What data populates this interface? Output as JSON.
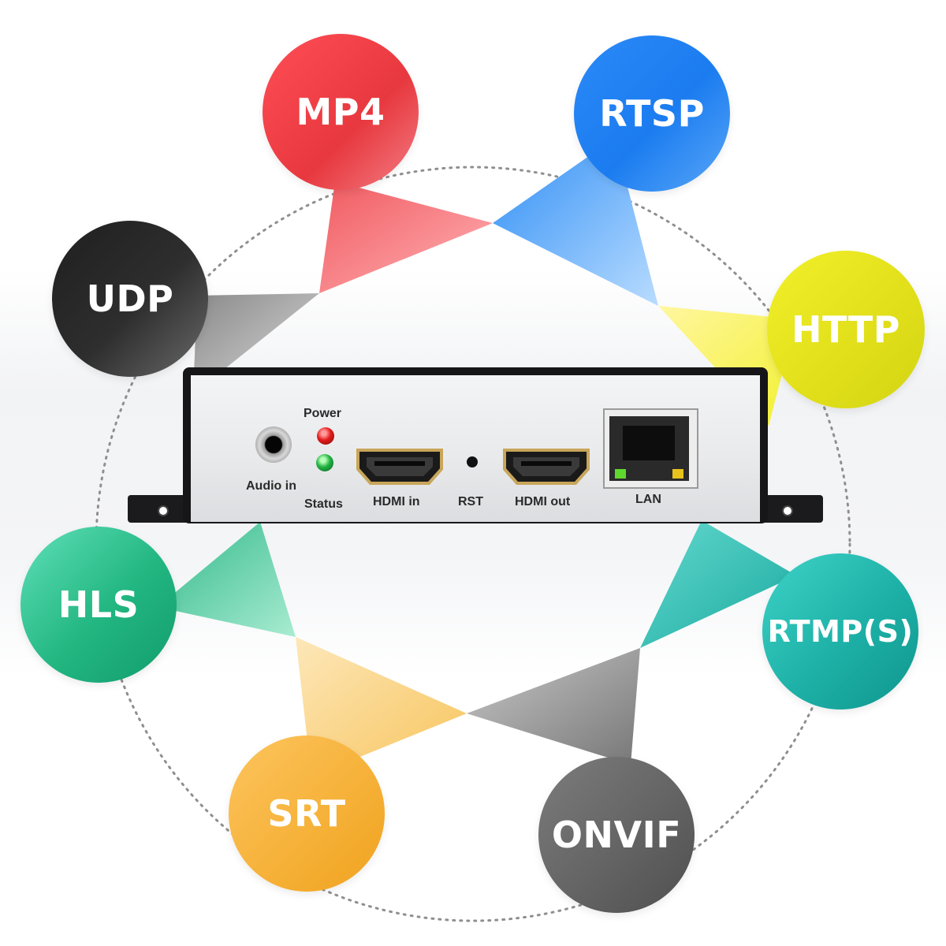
{
  "protocols": [
    {
      "key": "mp4",
      "label": "MP4",
      "color": "#f0484f"
    },
    {
      "key": "rtsp",
      "label": "RTSP",
      "color": "#2f8ef5"
    },
    {
      "key": "http",
      "label": "HTTP",
      "color": "#e0e21c"
    },
    {
      "key": "rtmps",
      "label": "RTMP(S)",
      "color": "#1fb4aa"
    },
    {
      "key": "onvif",
      "label": "ONVIF",
      "color": "#6b6b6b"
    },
    {
      "key": "srt",
      "label": "SRT",
      "color": "#f6b43a"
    },
    {
      "key": "hls",
      "label": "HLS",
      "color": "#27b785"
    },
    {
      "key": "udp",
      "label": "UDP",
      "color": "#3a3a3a"
    }
  ],
  "device": {
    "power_label": "Power",
    "status_label": "Status",
    "audio_in_label": "Audio in",
    "hdmi_in_label": "HDMI in",
    "rst_label": "RST",
    "hdmi_out_label": "HDMI out",
    "lan_label": "LAN"
  }
}
